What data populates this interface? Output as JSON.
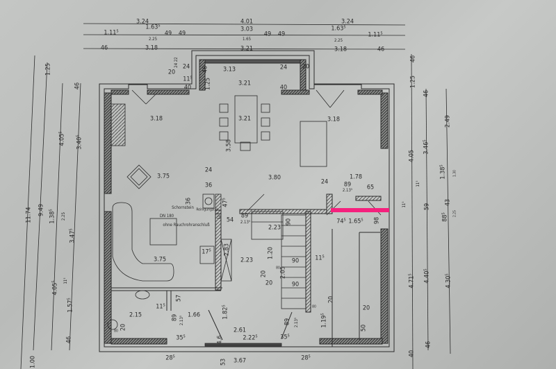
{
  "title": "Floor plan (Grundriss) ground floor",
  "highlight_color": "#f5207d",
  "top": {
    "row1": [
      "3.24",
      "4.01",
      "3.24"
    ],
    "row2": [
      "1.11⁵",
      "1.63⁵",
      "2.25",
      "49",
      "49",
      "3.03",
      "1.65",
      "49",
      "49",
      "1.63⁵",
      "2.25",
      "1.11⁵"
    ],
    "row3": [
      "46",
      "3.18",
      "3.21",
      "3.18",
      "46"
    ]
  },
  "bay": [
    "24 22",
    "20",
    "24",
    "3.13",
    "24",
    "20",
    "46",
    "11⁵",
    "1.25",
    "3.21",
    "40",
    "40"
  ],
  "main": [
    "3.18",
    "3.21",
    "3.18",
    "3.58",
    "3.75",
    "24",
    "3.80",
    "1.78",
    "36",
    "24",
    "89",
    "2.13⁵",
    "65",
    "36",
    "47⁵",
    "54",
    "11⁵",
    "89",
    "2.13⁵",
    "2.23",
    "90",
    "74⁵",
    "1.65⁵",
    "98",
    "1.20",
    "17⁵",
    "2.83",
    "11⁵",
    "3.75",
    "2.23",
    "90",
    "2.05",
    "80",
    "20",
    "20",
    "90"
  ],
  "chimney": {
    "name": "Schornstein",
    "dn": "DN 180",
    "note": "ohne Rauchrohranschluß",
    "door": "Reinigungstür"
  },
  "bottom": [
    "11⁵",
    "57",
    "2.15",
    "89",
    "2.13⁵",
    "1.66",
    "1.82⁵",
    "20",
    "80",
    "20",
    "1.19⁵",
    "89",
    "2.13⁵",
    "2.61",
    "2.22⁵",
    "35⁵",
    "35⁵",
    "4.6",
    "50",
    "20",
    "28⁵",
    "28⁵",
    "3.67",
    "53",
    "80"
  ],
  "left": [
    "11.74",
    "9.49",
    "1.25",
    "1.38⁵",
    "2.25",
    "4.05⁵",
    "4.05⁵",
    "11⁵",
    "3.40⁵",
    "3.47⁵",
    "1.57⁵",
    "46",
    "46",
    "1.00"
  ],
  "right": [
    "46",
    "1.25",
    "4.05",
    "11⁵",
    "4.71⁵",
    "40",
    "46",
    "3.46⁵",
    "11⁵",
    "59",
    "4.40⁵",
    "46",
    "2.49",
    "1.38⁵",
    "1.30",
    "43",
    "88⁵",
    "2.25",
    "4.30⁵"
  ]
}
